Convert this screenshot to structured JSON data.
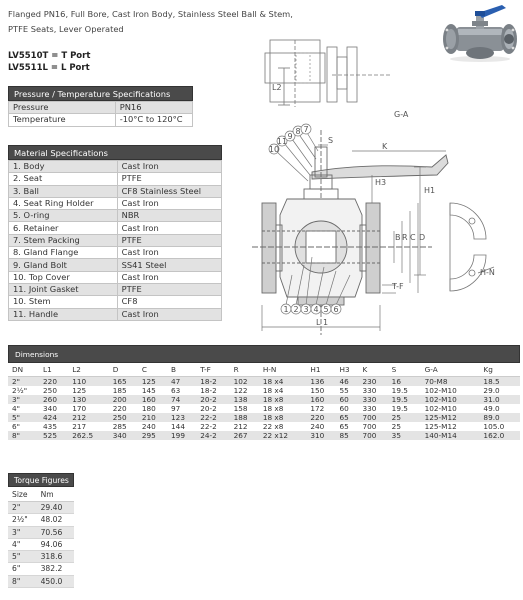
{
  "intro": {
    "line1": "Flanged PN16, Full Bore, Cast Iron Body, Stainless Steel Ball & Stem,",
    "line2": "PTFE Seats, Lever Operated"
  },
  "models": {
    "t_port": "LV5510T = T Port",
    "l_port": "LV5511L = L Port"
  },
  "pressure_temp": {
    "title": "Pressure / Temperature Specifications",
    "rows": [
      {
        "label": "Pressure",
        "value": "PN16"
      },
      {
        "label": "Temperature",
        "value": "-10°C to 120°C"
      }
    ]
  },
  "materials": {
    "title": "Material Specifications",
    "rows": [
      {
        "part": "1. Body",
        "material": "Cast Iron"
      },
      {
        "part": "2. Seat",
        "material": "PTFE"
      },
      {
        "part": "3. Ball",
        "material": "CF8 Stainless Steel"
      },
      {
        "part": "4. Seat Ring Holder",
        "material": "Cast Iron"
      },
      {
        "part": "5. O-ring",
        "material": "NBR"
      },
      {
        "part": "6. Retainer",
        "material": "Cast Iron"
      },
      {
        "part": "7. Stem Packing",
        "material": "PTFE"
      },
      {
        "part": "8. Gland Flange",
        "material": "Cast Iron"
      },
      {
        "part": "9. Gland Bolt",
        "material": "SS41 Steel"
      },
      {
        "part": "10. Top Cover",
        "material": "Cast Iron"
      },
      {
        "part": "11. Joint Gasket",
        "material": "PTFE"
      },
      {
        "part": "10. Stem",
        "material": "CF8"
      },
      {
        "part": "11. Handle",
        "material": "Cast Iron"
      }
    ]
  },
  "dimensions": {
    "title": "Dimensions",
    "headers": [
      "DN",
      "L1",
      "L2",
      "D",
      "C",
      "B",
      "T-F",
      "R",
      "H-N",
      "H1",
      "H3",
      "K",
      "S",
      "G-A",
      "Kg"
    ],
    "rows": [
      [
        "2\"",
        "220",
        "110",
        "165",
        "125",
        "47",
        "18-2",
        "102",
        "18 x4",
        "136",
        "46",
        "230",
        "16",
        "70-M8",
        "18.5"
      ],
      [
        "2½\"",
        "250",
        "125",
        "185",
        "145",
        "63",
        "18-2",
        "122",
        "18 x4",
        "150",
        "55",
        "330",
        "19.5",
        "102-M10",
        "29.0"
      ],
      [
        "3\"",
        "260",
        "130",
        "200",
        "160",
        "74",
        "20-2",
        "138",
        "18 x8",
        "160",
        "60",
        "330",
        "19.5",
        "102-M10",
        "31.0"
      ],
      [
        "4\"",
        "340",
        "170",
        "220",
        "180",
        "97",
        "20-2",
        "158",
        "18 x8",
        "172",
        "60",
        "330",
        "19.5",
        "102-M10",
        "49.0"
      ],
      [
        "5\"",
        "424",
        "212",
        "250",
        "210",
        "123",
        "22-2",
        "188",
        "18 x8",
        "220",
        "65",
        "700",
        "25",
        "125-M12",
        "89.0"
      ],
      [
        "6\"",
        "435",
        "217",
        "285",
        "240",
        "144",
        "22-2",
        "212",
        "22 x8",
        "240",
        "65",
        "700",
        "25",
        "125-M12",
        "105.0"
      ],
      [
        "8\"",
        "525",
        "262.5",
        "340",
        "295",
        "199",
        "24-2",
        "267",
        "22 x12",
        "310",
        "85",
        "700",
        "35",
        "140-M14",
        "162.0"
      ]
    ]
  },
  "torque": {
    "title": "Torque Figures",
    "headers": [
      "Size",
      "Nm"
    ],
    "rows": [
      [
        "2\"",
        "29.40"
      ],
      [
        "2½\"",
        "48.02"
      ],
      [
        "3\"",
        "70.56"
      ],
      [
        "4\"",
        "94.06"
      ],
      [
        "5\"",
        "318.6"
      ],
      [
        "6\"",
        "382.2"
      ],
      [
        "8\"",
        "450.0"
      ]
    ]
  },
  "drawing": {
    "labels": {
      "l2": "L2",
      "ga": "G-A",
      "s": "S",
      "k": "K",
      "h3": "H3",
      "h1": "H1",
      "b": "B",
      "r": "R",
      "c": "C",
      "d": "D",
      "hn": "H-N",
      "tf": "T-F",
      "l1": "L 1"
    },
    "callouts_top": [
      "10",
      "11",
      "9",
      "8",
      "7"
    ],
    "callouts_bottom": [
      "1",
      "2",
      "3",
      "4",
      "5",
      "6"
    ]
  }
}
